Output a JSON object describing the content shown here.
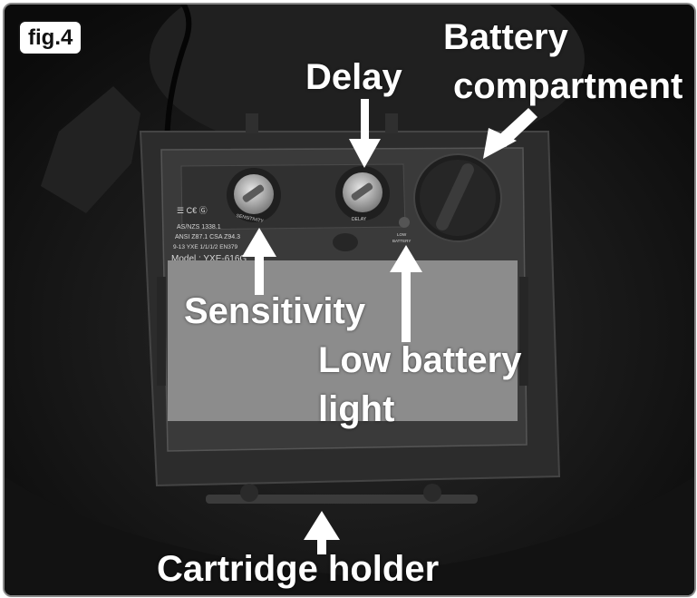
{
  "figure_label": "fig.4",
  "callouts": {
    "delay": "Delay",
    "battery_line1": "Battery",
    "battery_line2": "compartment",
    "sensitivity": "Sensitivity",
    "low_battery_line1": "Low battery",
    "low_battery_line2": "light",
    "cartridge_holder": "Cartridge holder"
  },
  "device": {
    "knob_left_label": "SENSITIVITY",
    "knob_right_label": "DELAY",
    "low_battery_led_line1": "LOW",
    "low_battery_led_line2": "BATTERY",
    "standard_1": "AS/NZS 1338.1",
    "standard_2": "ANSI Z87.1 CSA Z94.3",
    "standard_3": "9-13 YXE 1/1/1/2 EN379",
    "model": "Model : YXE-616G"
  },
  "colors": {
    "background": "#1a1a1a",
    "panel": "#3a3a3a",
    "viewing_window": "#8c8c8c",
    "label_text": "#ffffff"
  }
}
